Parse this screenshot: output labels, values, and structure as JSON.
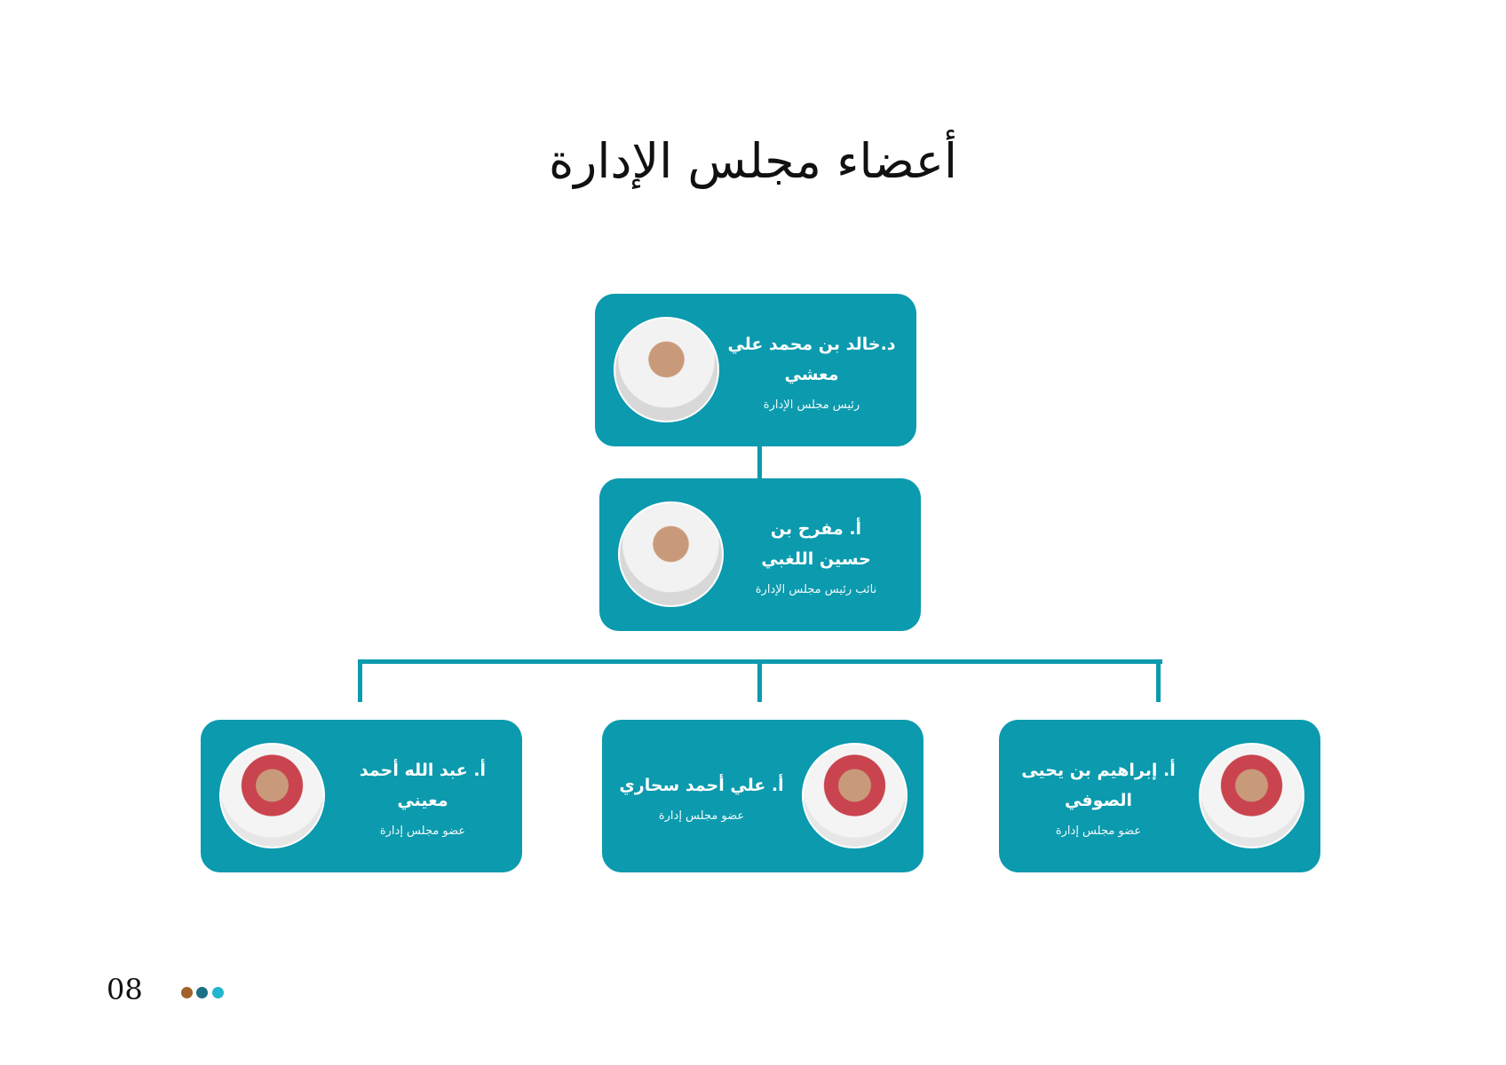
{
  "title": "أعضاء مجلس الإدارة",
  "members": [
    {
      "name": "د.خالد بن محمد علي معشي",
      "role": "رئيس مجلس الإدارة"
    },
    {
      "name": "أ. مفرح بن حسين اللغبي",
      "role": "نائب رئيس مجلس الإدارة"
    },
    {
      "name": "أ. إبراهيم بن يحيى الصوفي",
      "role": "عضو مجلس إدارة"
    },
    {
      "name": "أ. علي أحمد سحاري",
      "role": "عضو مجلس إدارة"
    },
    {
      "name": "أ. عبد الله أحمد معيني",
      "role": "عضو مجلس إدارة"
    }
  ],
  "page_number": "08",
  "colors": {
    "card": "#0b9aae",
    "dot1": "#a0622a",
    "dot2": "#1b6f86",
    "dot3": "#22b5cf"
  }
}
